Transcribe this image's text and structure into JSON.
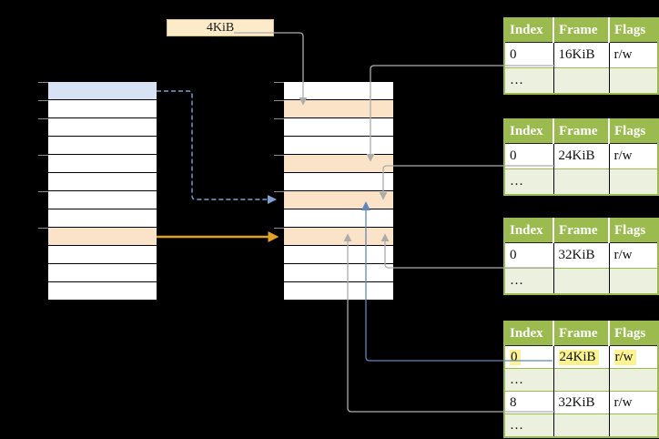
{
  "page_size_label": "4KiB",
  "colors": {
    "background": "#000000",
    "stack-fill": "#ffffff",
    "grid-line": "#000000",
    "blue-cell": "#d7e3f5",
    "orange-cell": "#fbe3c8",
    "label-fill": "#fcebc9",
    "label-border": "#d8c08c",
    "header-green": "#9cbb4e",
    "row-green": "#ebf1de",
    "table-border": "#9cbb4e",
    "highlight-yellow": "#fbf48f",
    "gray-line": "#acacac",
    "blue-line": "#6088be",
    "dashed-blue": "#7da1d1",
    "gold-line": "#e0a321",
    "tick-gray": "#8a8a8a"
  },
  "stacks": {
    "left": {
      "rows": [
        "blue",
        "white",
        "white",
        "white",
        "white",
        "white",
        "white",
        "white",
        "orange",
        "white",
        "white",
        "white"
      ],
      "ticks_y": [
        90,
        110,
        130,
        170,
        210,
        250
      ]
    },
    "middle": {
      "rows": [
        "white",
        "orange",
        "white",
        "white",
        "orange",
        "white",
        "orange",
        "white",
        "orange",
        "white",
        "white",
        "white"
      ],
      "ticks_y": [
        90,
        110,
        130,
        170,
        210,
        250
      ]
    }
  },
  "tables": [
    {
      "id": "page-table-16kib",
      "headers": [
        "Index",
        "Frame",
        "Flags"
      ],
      "rows": [
        {
          "cells": [
            "0",
            "16KiB",
            "r/w"
          ],
          "shade": false,
          "highlight": false
        },
        {
          "cells": [
            "…",
            "",
            ""
          ],
          "shade": true,
          "highlight": false
        }
      ]
    },
    {
      "id": "page-table-24kib",
      "headers": [
        "Index",
        "Frame",
        "Flags"
      ],
      "rows": [
        {
          "cells": [
            "0",
            "24KiB",
            "r/w"
          ],
          "shade": false,
          "highlight": false
        },
        {
          "cells": [
            "…",
            "",
            ""
          ],
          "shade": true,
          "highlight": false
        }
      ]
    },
    {
      "id": "page-table-32kib",
      "headers": [
        "Index",
        "Frame",
        "Flags"
      ],
      "rows": [
        {
          "cells": [
            "0",
            "32KiB",
            "r/w"
          ],
          "shade": false,
          "highlight": false
        },
        {
          "cells": [
            "…",
            "",
            ""
          ],
          "shade": true,
          "highlight": false
        }
      ]
    },
    {
      "id": "page-table-second-level",
      "headers": [
        "Index",
        "Frame",
        "Flags"
      ],
      "rows": [
        {
          "cells": [
            "0",
            "24KiB",
            "r/w"
          ],
          "shade": false,
          "highlight": true
        },
        {
          "cells": [
            "…",
            "",
            ""
          ],
          "shade": true,
          "highlight": false
        },
        {
          "cells": [
            "8",
            "32KiB",
            "r/w"
          ],
          "shade": false,
          "highlight": false
        },
        {
          "cells": [
            "…",
            "",
            ""
          ],
          "shade": true,
          "highlight": false
        }
      ]
    }
  ]
}
